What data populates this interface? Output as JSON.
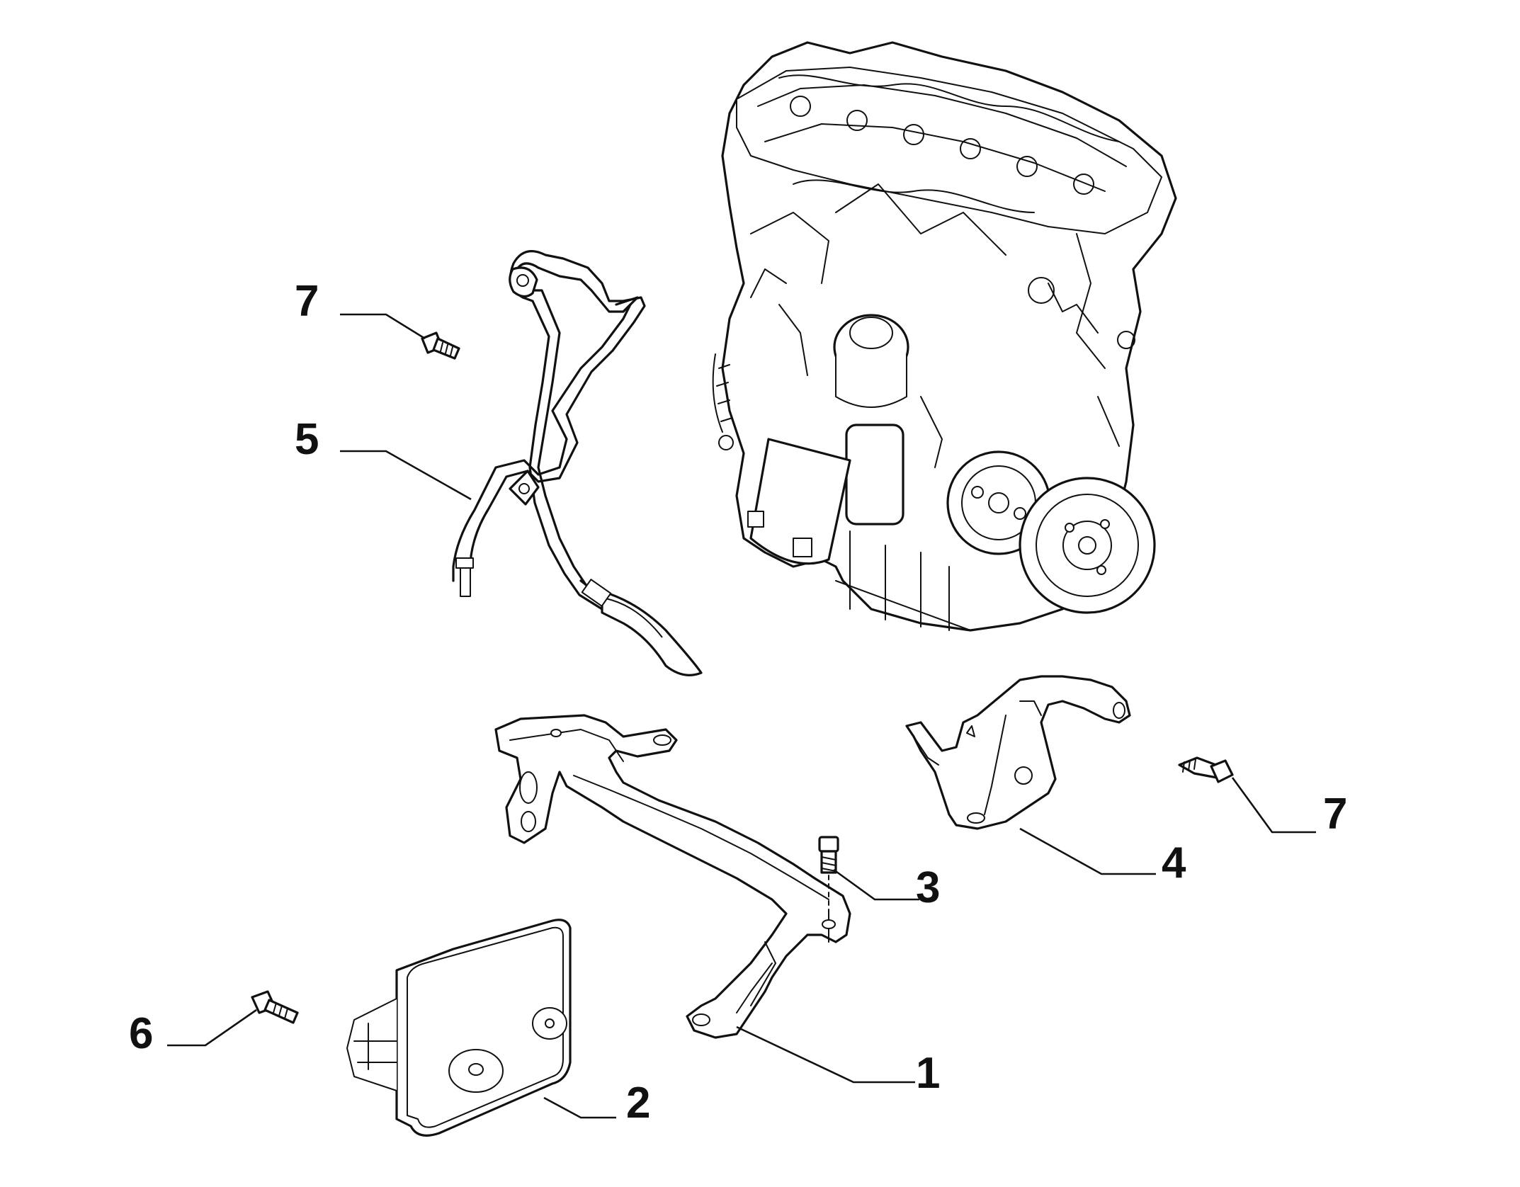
{
  "callouts": [
    {
      "id": "7a",
      "label": "7",
      "part": "bolt"
    },
    {
      "id": "5",
      "label": "5",
      "part": "pipe-hose-assembly"
    },
    {
      "id": "3",
      "label": "3",
      "part": "bolt"
    },
    {
      "id": "4",
      "label": "4",
      "part": "bracket"
    },
    {
      "id": "7b",
      "label": "7",
      "part": "bolt"
    },
    {
      "id": "6",
      "label": "6",
      "part": "bolt"
    },
    {
      "id": "1",
      "label": "1",
      "part": "support-bracket"
    },
    {
      "id": "2",
      "label": "2",
      "part": "reservoir"
    }
  ]
}
